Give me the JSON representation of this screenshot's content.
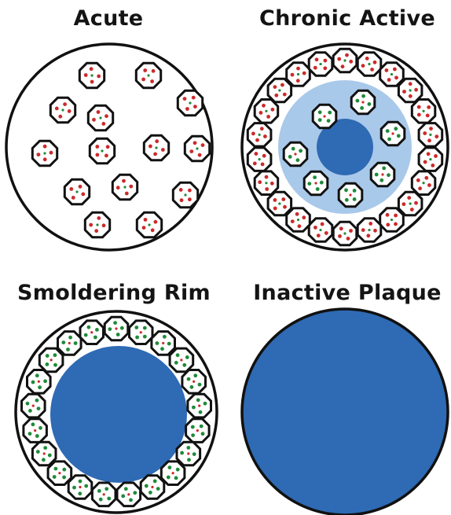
{
  "panels": [
    {
      "id": "acute",
      "title": "Acute"
    },
    {
      "id": "chronic-active",
      "title": "Chronic Active"
    },
    {
      "id": "smoldering-rim",
      "title": "Smoldering Rim"
    },
    {
      "id": "inactive-plaque",
      "title": "Inactive Plaque"
    }
  ],
  "colors": {
    "outline": "#111111",
    "plaque_core": "#2f6ab4",
    "plaque_halo": "#a9c9ea",
    "cell_red_dot": "#cc2a2a",
    "cell_green_dot": "#1f8a3a",
    "background": "#ffffff"
  },
  "cell_icon": "octagon-cell-with-dots-icon"
}
